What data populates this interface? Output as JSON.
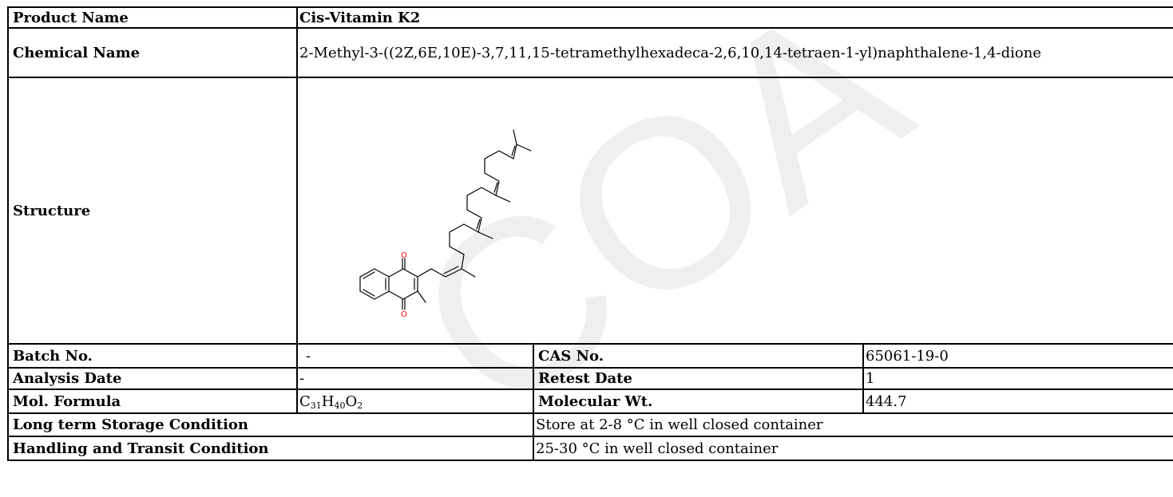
{
  "rows": {
    "product_name": {
      "label": "Product Name",
      "value": "Cis-Vitamin K2"
    },
    "chemical_name": {
      "label": "Chemical Name",
      "value": "2-Methyl-3-((2Z,6E,10E)-3,7,11,15-tetramethylhexadeca-2,6,10,14-tetraen-1-yl)naphthalene-1,4-dione"
    },
    "structure": {
      "label": "Structure",
      "atoms": {
        "o_top": "O",
        "o_bottom": "O"
      }
    },
    "batch": {
      "label": "Batch No.",
      "value": "-"
    },
    "cas": {
      "label": "CAS No.",
      "value": "65061-19-0"
    },
    "analysis_date": {
      "label": "Analysis Date",
      "value": "-"
    },
    "retest_date": {
      "label": "Retest Date",
      "value": "1"
    },
    "mol_formula": {
      "label": "Mol. Formula",
      "parts": {
        "c": "C",
        "c_n": "31",
        "h": "H",
        "h_n": "40",
        "o": "O",
        "o_n": "2"
      }
    },
    "mol_wt": {
      "label": "Molecular Wt.",
      "value": "444.7"
    },
    "storage": {
      "label": "Long term Storage Condition",
      "value": "Store at 2-8 °C in well closed container"
    },
    "transit": {
      "label": "Handling and Transit Condition",
      "value": "25-30 °C in well closed container"
    }
  },
  "watermark": {
    "text": "COA",
    "color": "#eeeeee"
  },
  "colors": {
    "oxygen": "#ff0000",
    "bond": "#000000"
  }
}
